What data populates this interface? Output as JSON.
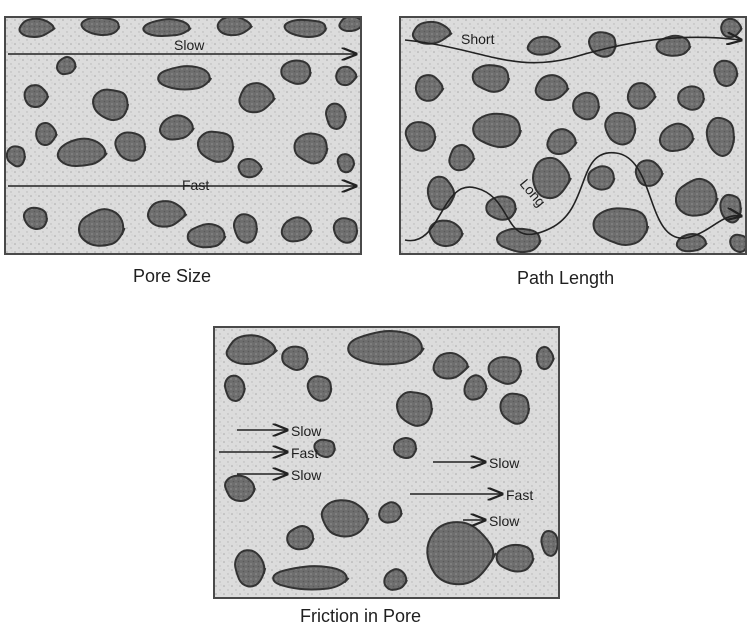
{
  "panels": [
    {
      "caption": "Pore Size",
      "labels": {
        "slow": "Slow",
        "fast": "Fast"
      }
    },
    {
      "caption": "Path Length",
      "labels": {
        "short": "Short",
        "long": "Long"
      }
    },
    {
      "caption": "Friction in Pore",
      "labels": {
        "slow": "Slow",
        "fast": "Fast"
      }
    }
  ]
}
